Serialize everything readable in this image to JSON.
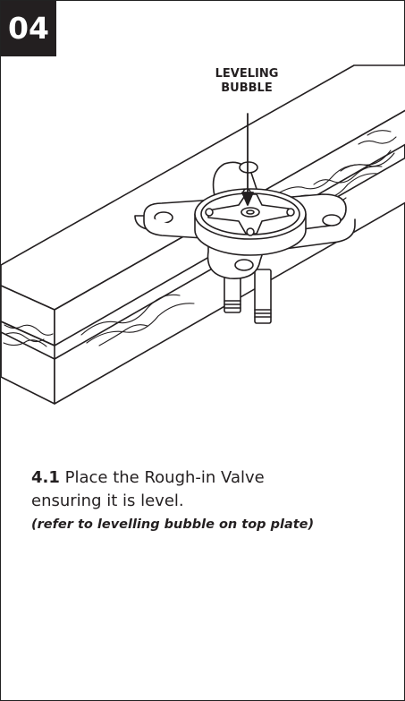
{
  "step": {
    "number": "04"
  },
  "callout": {
    "line1": "LEVELING",
    "line2": "BUBBLE"
  },
  "instruction": {
    "number": "4.1",
    "text_part1": " Place the Rough-in Valve",
    "text_part2": "ensuring it is level.",
    "note": "(refer to levelling bubble on top plate)"
  },
  "colors": {
    "ink": "#231f20",
    "paper": "#ffffff",
    "badge": "#231f20"
  }
}
